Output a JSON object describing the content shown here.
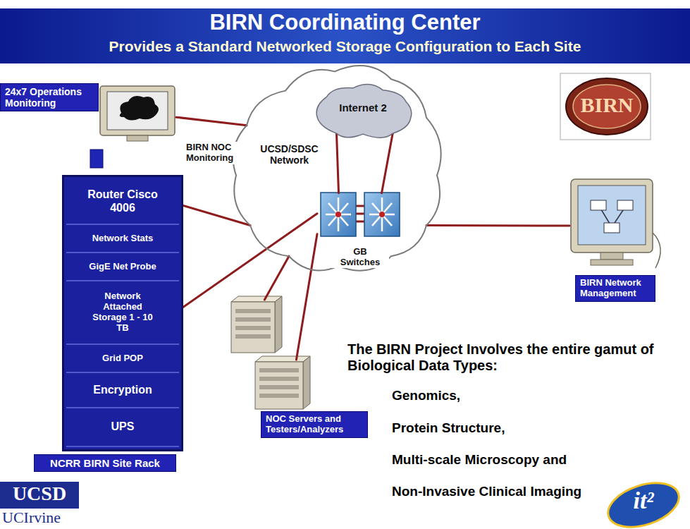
{
  "diagram": {
    "title": "BIRN Coordinating Center",
    "nodes": [
      {
        "text": [
          "24x7 Operations Monitoring"
        ]
      },
      {
        "text": [
          "UCSD/SDSC Network"
        ]
      },
      {
        "text": [
          "Internet 2"
        ],
        "in": 1
      },
      {
        "text": [
          "GB Switches"
        ],
        "in": 1
      },
      {
        "text": [
          "BIRN"
        ]
      },
      {
        "text": [
          "NCRR BIRN Site Rack"
        ]
      },
      {
        "text": [
          "Router Cisco 4006"
        ],
        "in": 5
      },
      {
        "text": [
          "Network Stats"
        ],
        "in": 5
      },
      {
        "text": [
          "GigE Net Probe"
        ],
        "in": 5
      },
      {
        "text": [
          "Network Attached Storage 1 - 10 TB"
        ],
        "in": 5
      },
      {
        "text": [
          "Grid POP"
        ],
        "in": 5
      },
      {
        "text": [
          "Encryption"
        ],
        "in": 5
      },
      {
        "text": [
          "UPS"
        ],
        "in": 5
      },
      {
        "text": [
          "NOC Servers and Testers/Analyzers"
        ]
      },
      {
        "text": [
          "BIRN Network Management"
        ]
      },
      {
        "text": [
          "UCSD"
        ]
      }
    ],
    "edges": [
      {
        "from": 0,
        "to": 1,
        "arrow": "none"
      },
      {
        "from": 6,
        "to": 1,
        "arrow": "none"
      },
      {
        "from": 9,
        "to": 3,
        "arrow": "none"
      },
      {
        "from": 13,
        "to": 1,
        "arrow": "none"
      },
      {
        "from": 13,
        "to": 3,
        "arrow": "none"
      },
      {
        "from": 2,
        "to": 3,
        "arrow": "none"
      },
      {
        "from": 2,
        "to": 3,
        "arrow": "none"
      },
      {
        "from": 1,
        "to": 14,
        "arrow": "none"
      }
    ],
    "labels": [
      "Provides a Standard Networked Storage Configuration to Each Site",
      "BIRN NOC Monitoring",
      "The BIRN Project Involves the entire gamut of Biological Data Types:",
      "Genomics,",
      "Protein Structure,",
      "Multi-scale Microscopy and",
      "Non-Invasive Clinical Imaging",
      "UCIrvine",
      "it²"
    ]
  }
}
